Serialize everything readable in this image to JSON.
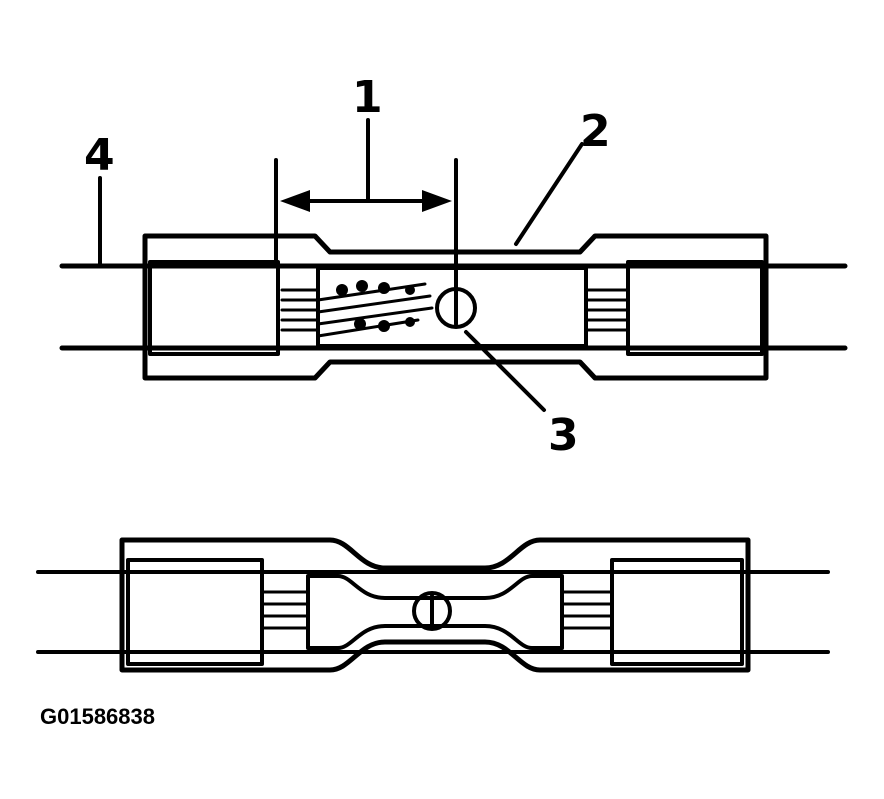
{
  "callouts": {
    "c1": "1",
    "c2": "2",
    "c3": "3",
    "c4": "4"
  },
  "figure_id": "G01586838",
  "colors": {
    "line": "#000000",
    "background": "#ffffff"
  }
}
